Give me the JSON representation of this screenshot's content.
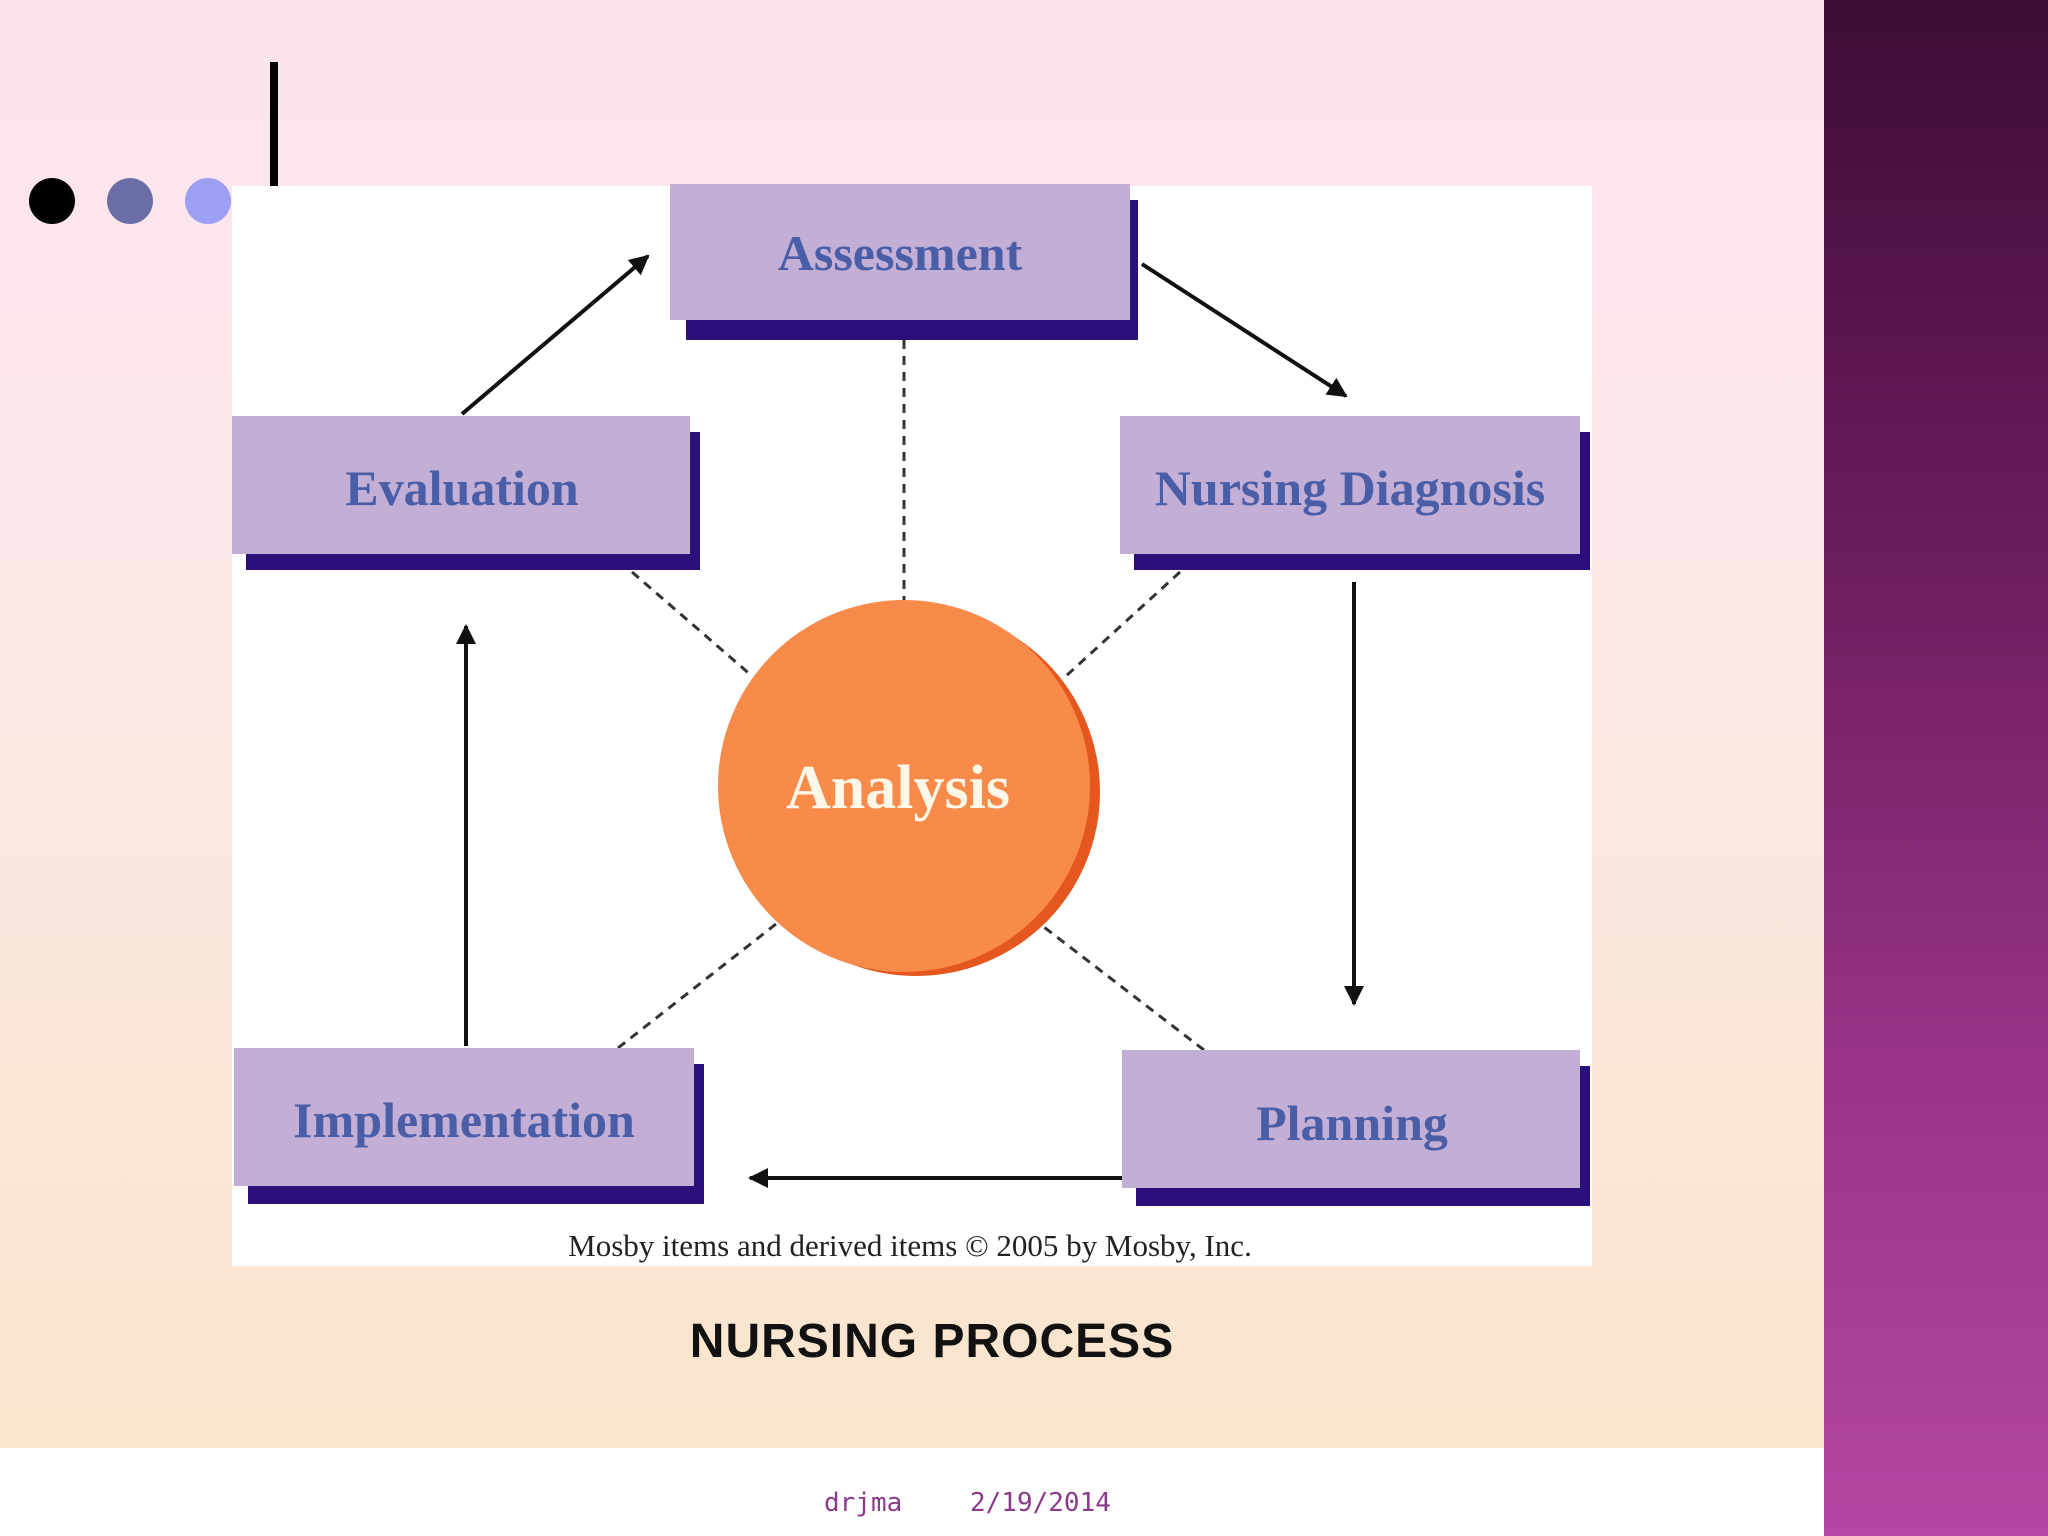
{
  "diagram": {
    "nodes": {
      "assessment": "Assessment",
      "nursing_diagnosis": "Nursing Diagnosis",
      "planning": "Planning",
      "implementation": "Implementation",
      "evaluation": "Evaluation",
      "center": "Analysis"
    },
    "copyright": "Mosby items and derived items © 2005 by Mosby, Inc.",
    "flow": [
      "Assessment",
      "Nursing Diagnosis",
      "Planning",
      "Implementation",
      "Evaluation",
      "Assessment"
    ],
    "colors": {
      "box_fill": "#c3aed6",
      "box_shadow": "#2b0f7a",
      "box_text": "#4a5ea8",
      "center_fill": "#f88a4a",
      "center_text": "#fff7e8"
    }
  },
  "slide": {
    "title": "NURSING PROCESS",
    "footer_author": "drjma",
    "footer_date": "2/19/2014",
    "bullet_colors": [
      "#000000",
      "#6b6ea6",
      "#9d9ff5"
    ]
  }
}
